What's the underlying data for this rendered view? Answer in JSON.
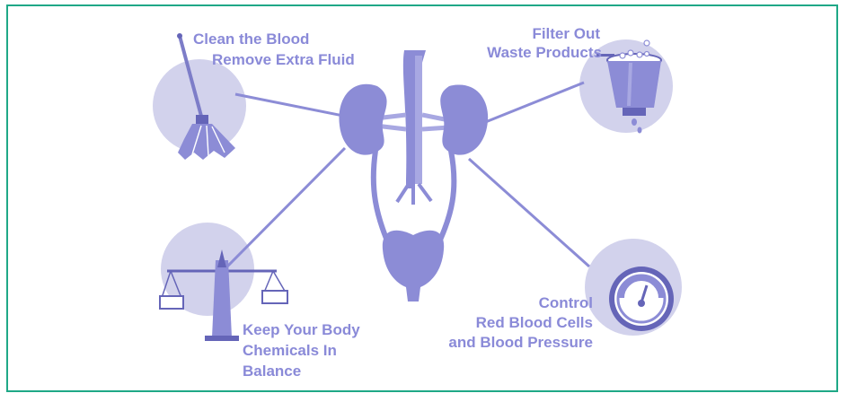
{
  "labels": {
    "clean_line1": "Clean the Blood",
    "clean_line2": "Remove Extra Fluid",
    "filter_line1": "Filter Out",
    "filter_line2": "Waste Products",
    "keep_line1": "Keep Your Body",
    "keep_line2": "Chemicals In",
    "keep_line3": "Balance",
    "control_line1": "Control",
    "control_line2": "Red Blood Cells",
    "control_line3": "and Blood Pressure"
  },
  "colors": {
    "border": "#1fa887",
    "circle": "#d2d2ec",
    "organ": "#8c8cd6",
    "label": "#8a8ad8",
    "dark": "#6565b8"
  },
  "icons": [
    "broom-icon",
    "bucket-icon",
    "balance-scale-icon",
    "pressure-gauge-icon",
    "kidneys-bladder-icon"
  ]
}
